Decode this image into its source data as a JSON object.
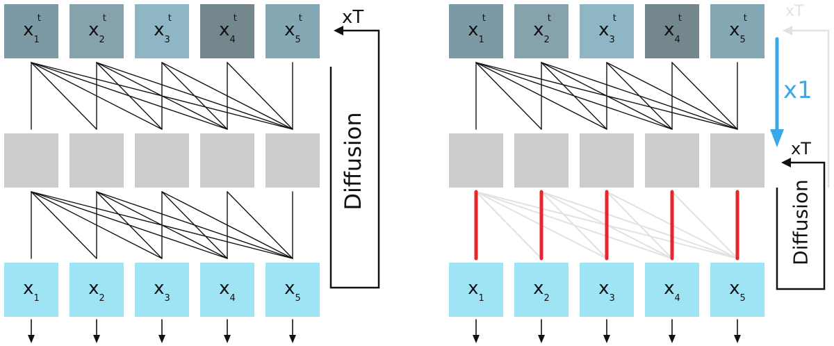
{
  "left_panel": {
    "noisy_inputs": [
      {
        "base": "x",
        "sub": "1",
        "sup": "t"
      },
      {
        "base": "x",
        "sub": "2",
        "sup": "t"
      },
      {
        "base": "x",
        "sub": "3",
        "sup": "t"
      },
      {
        "base": "x",
        "sub": "4",
        "sup": "t"
      },
      {
        "base": "x",
        "sub": "5",
        "sup": "t"
      }
    ],
    "outputs": [
      {
        "base": "x",
        "sub": "1"
      },
      {
        "base": "x",
        "sub": "2"
      },
      {
        "base": "x",
        "sub": "3"
      },
      {
        "base": "x",
        "sub": "4"
      },
      {
        "base": "x",
        "sub": "5"
      }
    ],
    "loop_label": "Diffusion",
    "repeat_label": "xT"
  },
  "right_panel": {
    "noisy_inputs": [
      {
        "base": "x",
        "sub": "1",
        "sup": "t"
      },
      {
        "base": "x",
        "sub": "2",
        "sup": "t"
      },
      {
        "base": "x",
        "sub": "3",
        "sup": "t"
      },
      {
        "base": "x",
        "sub": "4",
        "sup": "t"
      },
      {
        "base": "x",
        "sub": "5",
        "sup": "t"
      }
    ],
    "outputs": [
      {
        "base": "x",
        "sub": "1"
      },
      {
        "base": "x",
        "sub": "2"
      },
      {
        "base": "x",
        "sub": "3"
      },
      {
        "base": "x",
        "sub": "4"
      },
      {
        "base": "x",
        "sub": "5"
      }
    ],
    "faded_repeat_label": "xT",
    "single_pass_label": "x1",
    "loop_label": "Diffusion",
    "repeat_label": "xT"
  },
  "colors": {
    "noisy_box": "#7d9aa5",
    "hidden_box": "#cccccc",
    "clean_box": "#9ee4f5",
    "highlight_edge": "#e8262c",
    "single_pass_arrow": "#3aa8e6",
    "faded": "#e2e2e2"
  }
}
